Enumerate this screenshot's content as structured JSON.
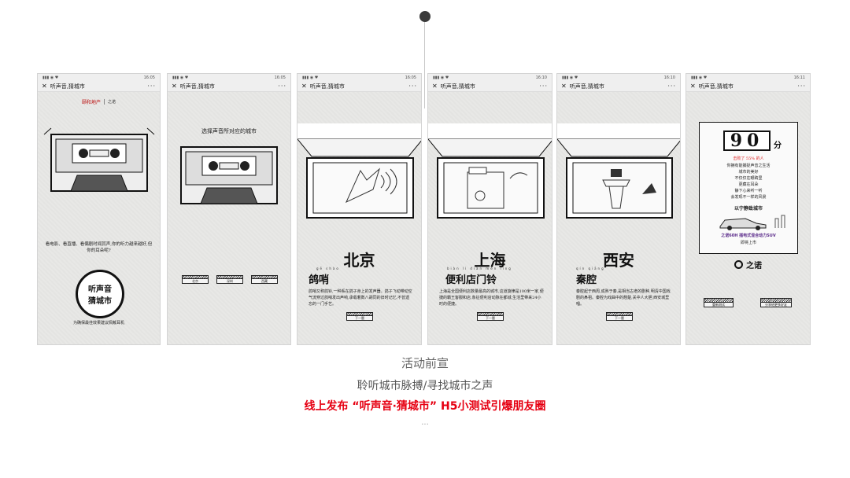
{
  "phones": [
    {
      "time": "16:05",
      "title": "听声音,猜城市"
    },
    {
      "time": "16:05",
      "title": "听声音,猜城市"
    },
    {
      "time": "16:05",
      "title": "听声音,猜城市"
    },
    {
      "time": "16:10",
      "title": "听声音,猜城市"
    },
    {
      "time": "16:10",
      "title": "听声音,猜城市"
    },
    {
      "time": "16:11",
      "title": "听声音,猜城市"
    }
  ],
  "brand": {
    "left": "颐和地产",
    "right": "之诺"
  },
  "screen1": {
    "intro": "看电影、看直播、看偶剧时闻其声,你的听力越来越好,但你的耳朵呢?",
    "badge_line1": "听声音",
    "badge_line2": "猜城市",
    "note": "为确保最佳效果建议佩戴耳机"
  },
  "screen2": {
    "heading": "选择声音所对应的城市",
    "options": [
      "北京",
      "深圳",
      "西藏"
    ]
  },
  "screen3": {
    "city": "北京",
    "pinyin": "gē   shào",
    "subject": "鸽哨",
    "text": "鸽哨又称鸽铃,一种系在鸽子身上的发声器。鸽子飞动带动空气流穿过鸽哨发出声响,承载着数八胡同的旧时记忆,不曾遗忘的一门手艺。",
    "next": "下一题"
  },
  "screen4": {
    "city": "上海",
    "pinyin": "biàn  lì  diàn mén  líng",
    "subject": "便利店门铃",
    "text": "上海是全国便利店数量最高的城市,这道旋律是100米一家,便捷的霸王客服和店,象征便利店动脉在都城,生活里带来24小时的便捷。",
    "next": "下一题"
  },
  "screen5": {
    "city": "西安",
    "pinyin": "qín  qiāng",
    "subject": "秦腔",
    "text": "秦腔起于西周,成熟于秦,是相当古老的剧种,明清中国戏剧的鼻祖。秦腔为戏曲中的翘楚,关中人大胆,西安城里唱。",
    "next": "下一题"
  },
  "screen6": {
    "score": "90",
    "unit": "分",
    "beat": "击败了 55% 的人",
    "lines": [
      "你拥有能捕捉声音之生活",
      "城市的美好",
      "不仅仅在眼睛里",
      "更藏在耳朵",
      "静下心来听一听",
      "会发现不一样的风景"
    ],
    "cta": "以宁静致城市",
    "car_line": "之诺60H 插电式混合动力SUV",
    "launch": "即将上市",
    "brand": "之诺",
    "btn_left": "重新测试",
    "btn_right": "分享给更多好友"
  },
  "captions": {
    "line1": "活动前宣",
    "line2": "聆听城市脉搏/寻找城市之声",
    "line3": "线上发布 “听声音·猜城市” H5小测试引爆朋友圈",
    "line4": "..."
  }
}
